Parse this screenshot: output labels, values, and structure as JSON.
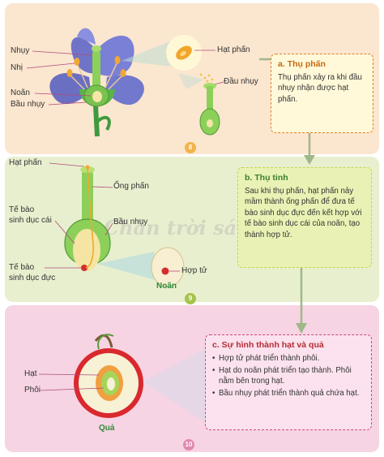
{
  "section_a": {
    "labels": {
      "nhuy": "Nhụy",
      "nhi": "Nhị",
      "noan": "Noãn",
      "bau_nhuy": "Bầu nhụy",
      "hat_phan": "Hạt phấn",
      "dau_nhuy": "Đầu nhụy"
    },
    "box_title": "a. Thụ phấn",
    "box_text": "Thụ phấn xảy ra khi đầu nhụy nhận được hạt phấn.",
    "figure_number": "8"
  },
  "section_b": {
    "labels": {
      "hat_phan": "Hạt phấn",
      "ong_phan": "Ống phấn",
      "te_bao_sinh_duc_cai_1": "Tế bào",
      "te_bao_sinh_duc_cai_2": "sinh dục cái",
      "bau_nhuy": "Bầu nhụy",
      "te_bao_sinh_duc_duc_1": "Tế bào",
      "te_bao_sinh_duc_duc_2": "sinh dục đực",
      "hop_tu": "Hợp tử",
      "noan": "Noãn"
    },
    "box_title": "b. Thụ tinh",
    "box_text": "Sau khi thụ phấn, hạt phấn nảy mầm thành ống phấn để đưa tế bào sinh dục đực đến kết hợp với tế bào sinh dục cái của noãn, tạo thành hợp tử.",
    "figure_number": "9"
  },
  "section_c": {
    "labels": {
      "hat": "Hạt",
      "phoi": "Phôi",
      "qua": "Quả"
    },
    "box_title": "c. Sự hình thành hạt và quả",
    "bullets": [
      "Hợp tử phát triển thành phôi.",
      "Hạt do noãn phát triển tạo thành. Phôi nằm bên trong hạt.",
      "Bầu nhụy phát triển thành quả chứa hạt."
    ],
    "figure_number": "10"
  },
  "watermark": "Chân trời sáng tạo",
  "colors": {
    "panel_a": "#fbe6cf",
    "panel_b": "#e8efcf",
    "panel_c": "#f6d4e3",
    "arrow": "#9fb88a"
  }
}
